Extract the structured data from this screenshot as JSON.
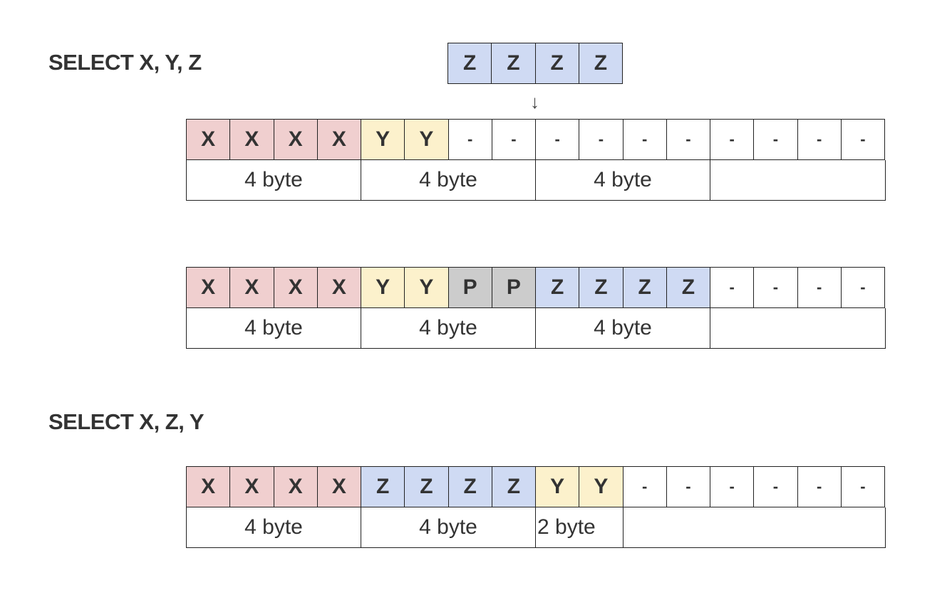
{
  "colors": {
    "X": "#f0cfcf",
    "Y": "#fcf1cc",
    "Z": "#cfdaf3",
    "P": "#cccccc",
    "-": "#ffffff"
  },
  "queries": {
    "first": "SELECT X, Y, Z",
    "second": "SELECT X, Z, Y"
  },
  "incoming": {
    "cells": [
      "Z",
      "Z",
      "Z",
      "Z"
    ],
    "arrow": "↓"
  },
  "rows": [
    {
      "cells": [
        "X",
        "X",
        "X",
        "X",
        "Y",
        "Y",
        "-",
        "-",
        "-",
        "-",
        "-",
        "-",
        "-",
        "-",
        "-",
        "-"
      ],
      "sizes": [
        "4 byte",
        "4 byte",
        "4 byte",
        ""
      ]
    },
    {
      "cells": [
        "X",
        "X",
        "X",
        "X",
        "Y",
        "Y",
        "P",
        "P",
        "Z",
        "Z",
        "Z",
        "Z",
        "-",
        "-",
        "-",
        "-"
      ],
      "sizes": [
        "4 byte",
        "4 byte",
        "4 byte",
        ""
      ]
    },
    {
      "cells": [
        "X",
        "X",
        "X",
        "X",
        "Z",
        "Z",
        "Z",
        "Z",
        "Y",
        "Y",
        "-",
        "-",
        "-",
        "-",
        "-",
        "-"
      ],
      "sizes": [
        "4 byte",
        "4 byte",
        "2 byte",
        ""
      ]
    }
  ]
}
